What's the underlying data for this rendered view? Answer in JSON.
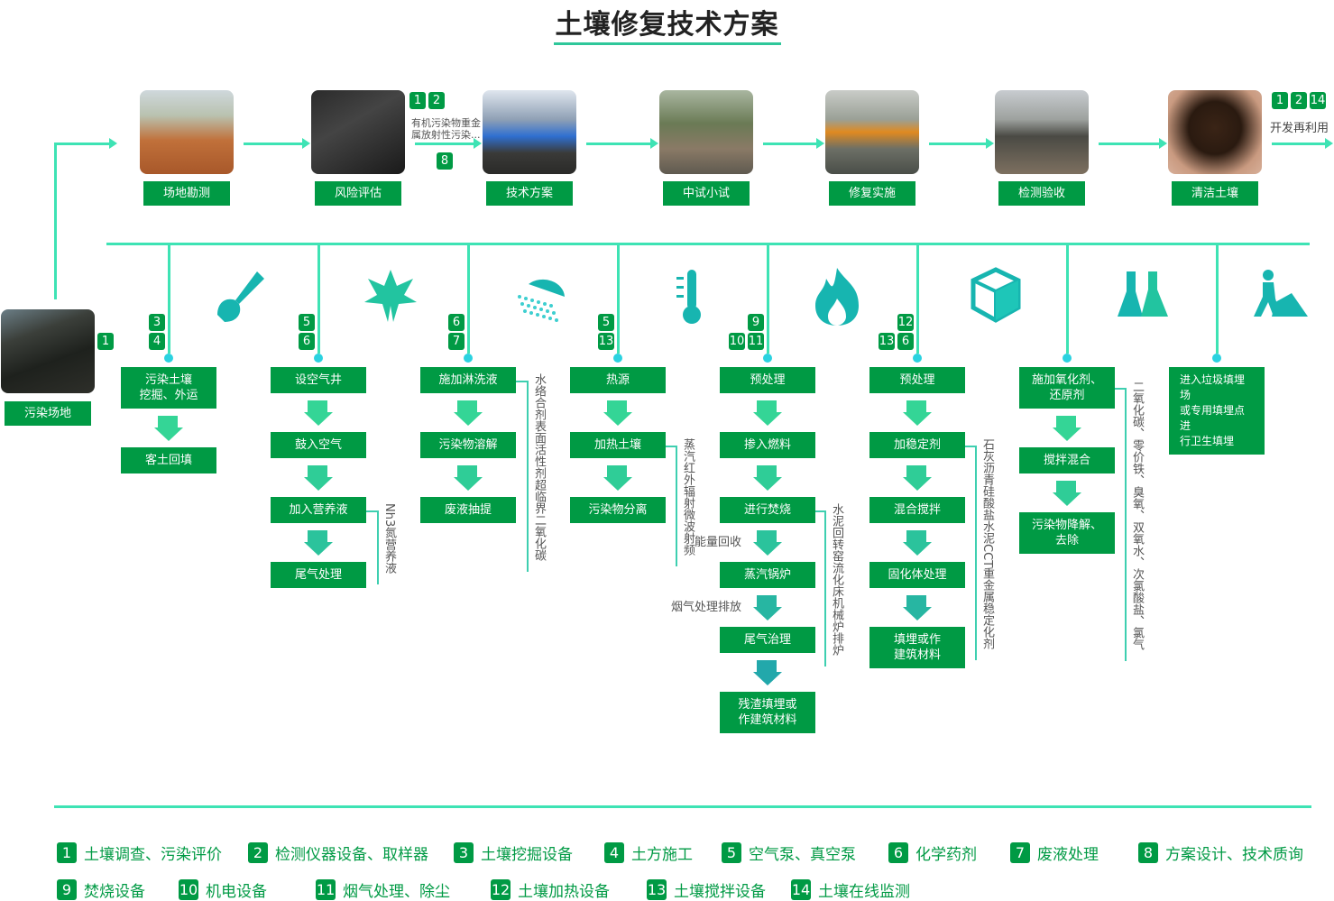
{
  "title": "土壤修复技术方案",
  "start": {
    "label": "污染场地",
    "badge": "1"
  },
  "top_steps": [
    {
      "label": "场地勘测"
    },
    {
      "label": "风险评估"
    },
    {
      "label": "技术方案"
    },
    {
      "label": "中试小试"
    },
    {
      "label": "修复实施"
    },
    {
      "label": "检测验收"
    },
    {
      "label": "清洁土壤"
    }
  ],
  "top_annotations": {
    "risk_badges": [
      "1",
      "2"
    ],
    "risk_note": "有机污染物重金属放射性污染...",
    "risk_note_line2": "属放射性污染...",
    "risk_note_line1": "有机污染物重金",
    "plan_badge": "8",
    "end_badges": [
      "1",
      "2",
      "14"
    ],
    "end_label": "开发再利用"
  },
  "icons": [
    "shovel-icon",
    "leaf-icon",
    "shower-icon",
    "thermometer-icon",
    "flame-icon",
    "cube-icon",
    "flask-icon",
    "digging-worker-icon"
  ],
  "columns": [
    {
      "badges": [
        [
          "3"
        ],
        [
          "4"
        ]
      ],
      "steps": [
        "污染土壤\n挖掘、外运",
        "客土回填"
      ]
    },
    {
      "badges": [
        [
          "5"
        ],
        [
          "6"
        ]
      ],
      "steps": [
        "设空气井",
        "鼓入空气",
        "加入营养液",
        "尾气处理"
      ],
      "note": {
        "step": 2,
        "text": "Nh3氮营养液"
      }
    },
    {
      "badges": [
        [
          "6"
        ],
        [
          "7"
        ]
      ],
      "steps": [
        "施加淋洗液",
        "污染物溶解",
        "废液抽提"
      ],
      "note": {
        "step": 0,
        "text": "水络合剂表面活性剂超临界二氧化碳"
      }
    },
    {
      "badges": [
        [
          "5"
        ],
        [
          "13"
        ]
      ],
      "steps": [
        "热源",
        "加热土壤",
        "污染物分离"
      ],
      "note": {
        "step": 1,
        "text": "蒸汽红外辐射微波射频"
      }
    },
    {
      "badges": [
        [
          "9"
        ],
        [
          "10",
          "11"
        ]
      ],
      "steps": [
        "预处理",
        "掺入燃料",
        "进行焚烧",
        "蒸汽锅炉",
        "尾气治理",
        "残渣填埋或\n作建筑材料"
      ],
      "note": {
        "step": 2,
        "text": "水泥回转窑流化床机械炉排炉"
      },
      "arrow_labels": {
        "3": "能量回收",
        "4": "烟气处理排放"
      }
    },
    {
      "badges": [
        [
          "12"
        ],
        [
          "13",
          "6"
        ]
      ],
      "steps": [
        "预处理",
        "加稳定剂",
        "混合搅拌",
        "固化体处理",
        "填埋或作\n建筑材料"
      ],
      "note": {
        "step": 1,
        "text": "石灰沥青硅酸盐水泥CCT重金属稳定化剂"
      }
    },
    {
      "badges": [],
      "steps": [
        "施加氧化剂、\n还原剂",
        "搅拌混合",
        "污染物降解、\n去除"
      ],
      "note": {
        "step": 0,
        "text": "二氧化碳、零价铁、臭氧、双氧水、次氯酸盐、氯气"
      }
    },
    {
      "badges": [],
      "steps": [
        "进入垃圾填埋场\n或专用填埋点进\n行卫生填埋"
      ]
    }
  ],
  "legend": [
    {
      "num": "1",
      "text": "土壤调查、污染评价"
    },
    {
      "num": "2",
      "text": "检测仪器设备、取样器"
    },
    {
      "num": "3",
      "text": "土壤挖掘设备"
    },
    {
      "num": "4",
      "text": "土方施工"
    },
    {
      "num": "5",
      "text": "空气泵、真空泵"
    },
    {
      "num": "6",
      "text": "化学药剂"
    },
    {
      "num": "7",
      "text": "废液处理"
    },
    {
      "num": "8",
      "text": "方案设计、技术质询"
    },
    {
      "num": "9",
      "text": "焚烧设备"
    },
    {
      "num": "10",
      "text": "机电设备"
    },
    {
      "num": "11",
      "text": "烟气处理、除尘"
    },
    {
      "num": "12",
      "text": "土壤加热设备"
    },
    {
      "num": "13",
      "text": "土壤搅拌设备"
    },
    {
      "num": "14",
      "text": "土壤在线监测"
    }
  ],
  "colors": {
    "green": "#009a44",
    "line": "#3ee3b4",
    "teal": "#17b5b0"
  }
}
